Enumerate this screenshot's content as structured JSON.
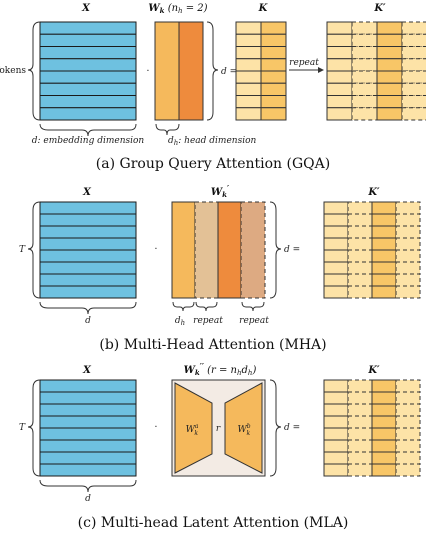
{
  "panel_a": {
    "x_label": "X",
    "wk_label": "W",
    "wk_sub": "k",
    "wk_paren": "(n",
    "wk_paren_sub": "h",
    "wk_paren_end": " = 2)",
    "k_label": "K",
    "kp_label": "K′",
    "tokens_label": "Tokens",
    "dot": "·",
    "d_eq": "d =",
    "repeat": "repeat",
    "embed_label": "d: embedding dimension",
    "head_label_d": "d",
    "head_label_sub": "h",
    "head_label_rest": ": head dimension",
    "caption": "(a) Group Query Attention (GQA)"
  },
  "panel_b": {
    "x_label": "X",
    "wk_label": "W",
    "wk_sub": "k",
    "wk_prime": "′",
    "kp_label": "K′",
    "t_label": "T",
    "dot": "·",
    "d_eq": "d =",
    "d_bottom": "d",
    "dh_d": "d",
    "dh_sub": "h",
    "repeat1": "repeat",
    "repeat2": "repeat",
    "caption": "(b) Multi-Head Attention (MHA)"
  },
  "panel_c": {
    "x_label": "X",
    "wk_label": "W",
    "wk_sub": "k",
    "wk_prime": "′′",
    "wk_paren": "(r = n",
    "wk_paren_sub": "h",
    "wk_paren_end": "d",
    "wk_paren_end_sub": "h",
    "wk_close": ")",
    "wka": "W",
    "wka_sub": "k",
    "wka_sup": "a",
    "wkb": "W",
    "wkb_sub": "k",
    "wkb_sup": "b",
    "r": "r",
    "kp_label": "K′",
    "t_label": "T",
    "dot": "·",
    "d_eq": "d =",
    "d_bottom": "d",
    "caption": "(c) Multi-head Latent Attention (MLA)"
  },
  "colors": {
    "blue": "#6ec1e0",
    "orange_light": "#f5b95c",
    "orange_dark": "#ee8b3d",
    "tan": "#e2b98b",
    "tan_dark": "#daa57a",
    "k_yellow": "#fde3a7",
    "k_mid": "#f8c667",
    "mla_bg": "#f3ebe4"
  }
}
